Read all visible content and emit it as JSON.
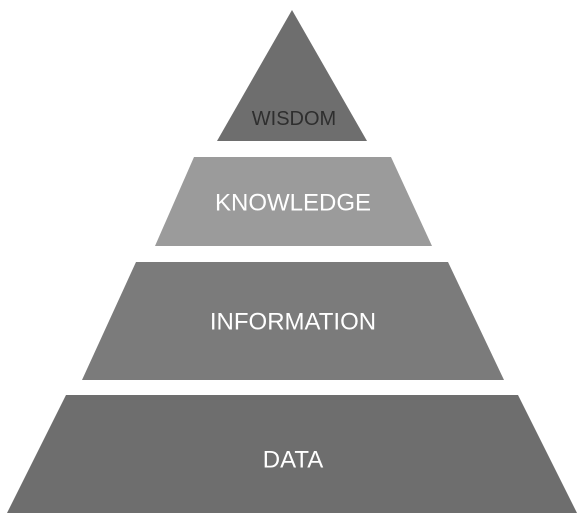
{
  "pyramid": {
    "levels": [
      {
        "label": "WISDOM",
        "fill": "#6e6e6e",
        "text_color": "#2e2e2e"
      },
      {
        "label": "KNOWLEDGE",
        "fill": "#9b9b9b",
        "text_color": "#ffffff"
      },
      {
        "label": "INFORMATION",
        "fill": "#7b7b7b",
        "text_color": "#ffffff"
      },
      {
        "label": "DATA",
        "fill": "#6e6e6e",
        "text_color": "#ffffff"
      }
    ]
  }
}
